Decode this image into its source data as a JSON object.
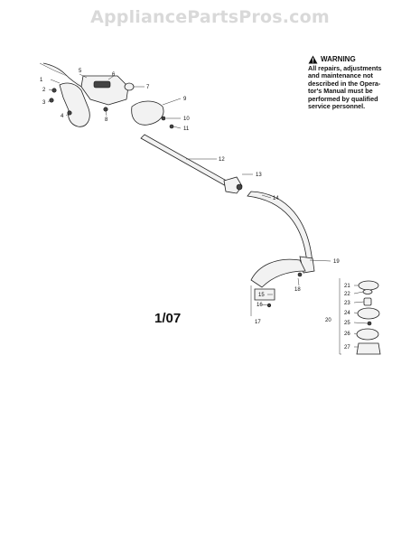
{
  "watermark": "AppliancePartsPros.com",
  "warning": {
    "icon": "warning-triangle-icon",
    "title": "WARNING",
    "lines": [
      "All repairs, adjustments",
      "and maintenance not",
      "described in the Opera-",
      "tor's Manual must be",
      "performed by qualified",
      "service personnel."
    ]
  },
  "date_label": "1/07",
  "callouts": {
    "c1": "1",
    "c2": "2",
    "c3": "3",
    "c4": "4",
    "c5": "5",
    "c6": "6",
    "c7": "7",
    "c8": "8",
    "c9": "9",
    "c10": "10",
    "c11": "11",
    "c12": "12",
    "c13": "13",
    "c14": "14",
    "c15": "15",
    "c16": "16",
    "c17": "17",
    "c18": "18",
    "c19": "19",
    "c20": "20",
    "c21": "21",
    "c22": "22",
    "c23": "23",
    "c24": "24",
    "c25": "25",
    "c26": "26",
    "c27": "27"
  }
}
